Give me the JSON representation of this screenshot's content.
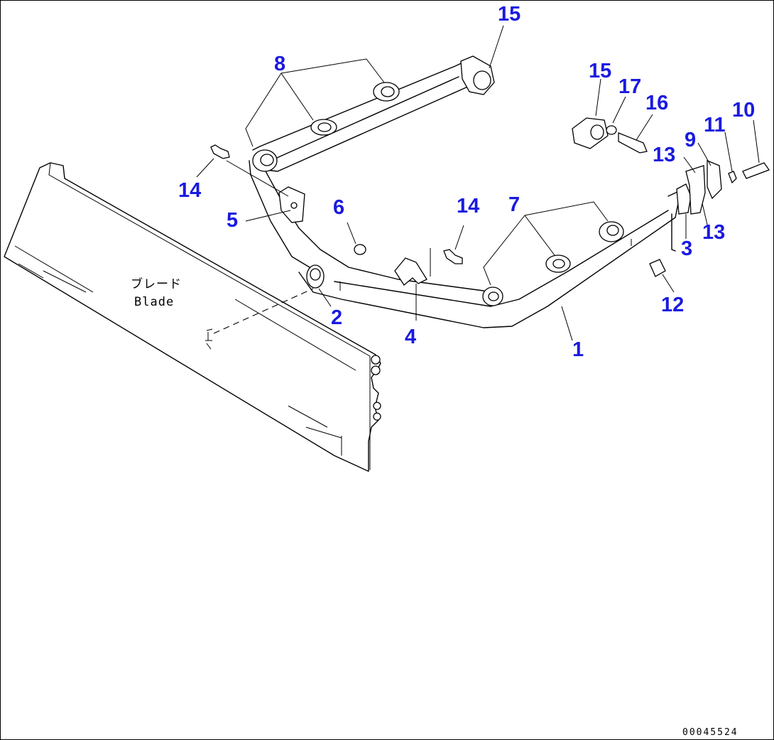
{
  "diagram": {
    "blade_label_jp": "ブレード",
    "blade_label_en": "Blade",
    "drawing_number": "00045524",
    "callouts": [
      {
        "key": "c1",
        "text": "1"
      },
      {
        "key": "c2",
        "text": "2"
      },
      {
        "key": "c3",
        "text": "3"
      },
      {
        "key": "c4",
        "text": "4"
      },
      {
        "key": "c5",
        "text": "5"
      },
      {
        "key": "c6",
        "text": "6"
      },
      {
        "key": "c7",
        "text": "7"
      },
      {
        "key": "c8",
        "text": "8"
      },
      {
        "key": "c9",
        "text": "9"
      },
      {
        "key": "c10",
        "text": "10"
      },
      {
        "key": "c11",
        "text": "11"
      },
      {
        "key": "c12",
        "text": "12"
      },
      {
        "key": "c13a",
        "text": "13"
      },
      {
        "key": "c13b",
        "text": "13"
      },
      {
        "key": "c14a",
        "text": "14"
      },
      {
        "key": "c14b",
        "text": "14"
      },
      {
        "key": "c15a",
        "text": "15"
      },
      {
        "key": "c15b",
        "text": "15"
      },
      {
        "key": "c16",
        "text": "16"
      },
      {
        "key": "c17",
        "text": "17"
      }
    ],
    "colors": {
      "callout": "#1a1ae0",
      "line": "#000000",
      "background": "#ffffff"
    }
  }
}
